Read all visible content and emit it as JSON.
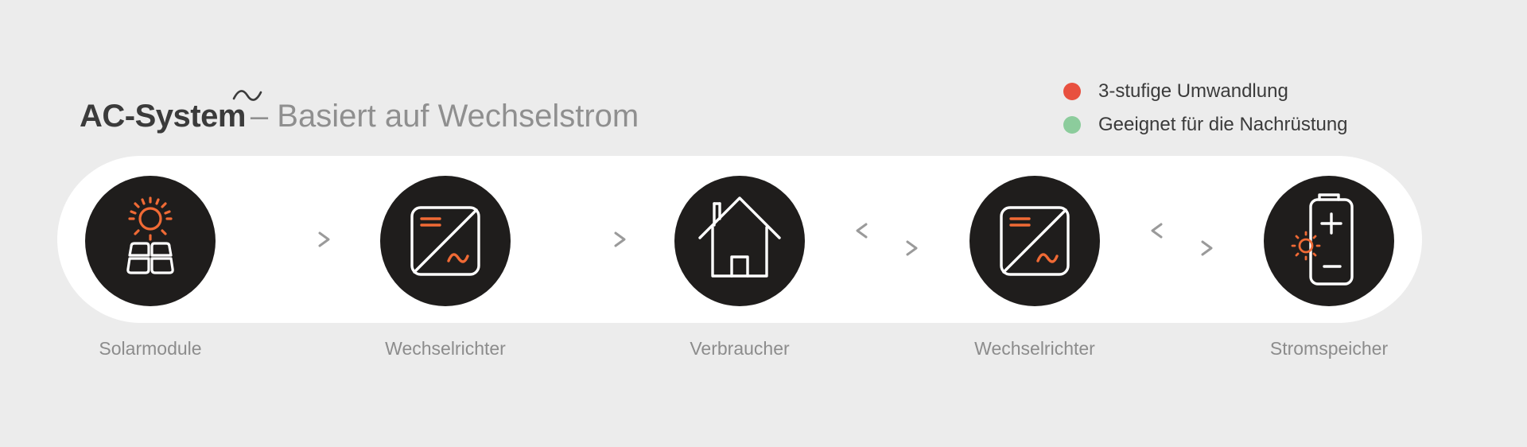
{
  "title": {
    "main": "AC-System",
    "sub": "– Basiert auf Wechselstrom"
  },
  "legend": [
    {
      "label": "3-stufige Umwandlung",
      "color": "#e8503f"
    },
    {
      "label": "Geeignet für die Nachrüstung",
      "color": "#8ccc9c"
    }
  ],
  "nodes": [
    {
      "label": "Solarmodule",
      "icon": "solar-panel-icon"
    },
    {
      "label": "Wechselrichter",
      "icon": "inverter-icon"
    },
    {
      "label": "Verbraucher",
      "icon": "house-icon"
    },
    {
      "label": "Wechselrichter",
      "icon": "inverter-icon"
    },
    {
      "label": "Stromspeicher",
      "icon": "battery-icon"
    }
  ],
  "connectors": [
    {
      "type": "one-way",
      "icon": "arrow-right-icon"
    },
    {
      "type": "one-way",
      "icon": "arrow-right-icon"
    },
    {
      "type": "two-way",
      "icon": "bidirectional-arrow-icon"
    },
    {
      "type": "two-way",
      "icon": "bidirectional-arrow-icon"
    }
  ],
  "colors": {
    "background": "#ececec",
    "band": "#ffffff",
    "node": "#1f1d1c",
    "accent": "#f06a35",
    "icon_stroke": "#ffffff",
    "arrow": "#9a9a9a"
  }
}
